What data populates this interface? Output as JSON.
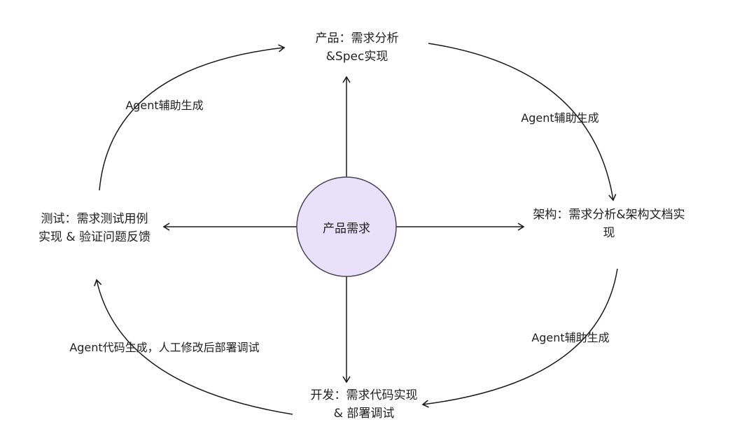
{
  "diagram": {
    "center": {
      "label": "产品需求"
    },
    "nodes": {
      "top": {
        "line1": "产品：需求分析",
        "line2": "&Spec实现"
      },
      "right": {
        "line1": "架构：需求分析&架构文档实",
        "line2": "现"
      },
      "bottom": {
        "line1": "开发：需求代码实现",
        "line2": "& 部署调试"
      },
      "left": {
        "line1": "测试：需求测试用例",
        "line2": "实现 & 验证问题反馈"
      }
    },
    "edges": {
      "testing_to_product": {
        "label": "Agent辅助生成"
      },
      "product_to_architecture": {
        "label": "Agent辅助生成"
      },
      "architecture_to_development": {
        "label": "Agent辅助生成"
      },
      "development_to_testing": {
        "label": "Agent代码生成，人工修改后部署调试"
      }
    },
    "colors": {
      "circle_fill": "#e8e1f9",
      "circle_stroke": "#4a4458",
      "line": "#1a1a1a",
      "text": "#1f1f1f",
      "background": "#ffffff"
    }
  }
}
